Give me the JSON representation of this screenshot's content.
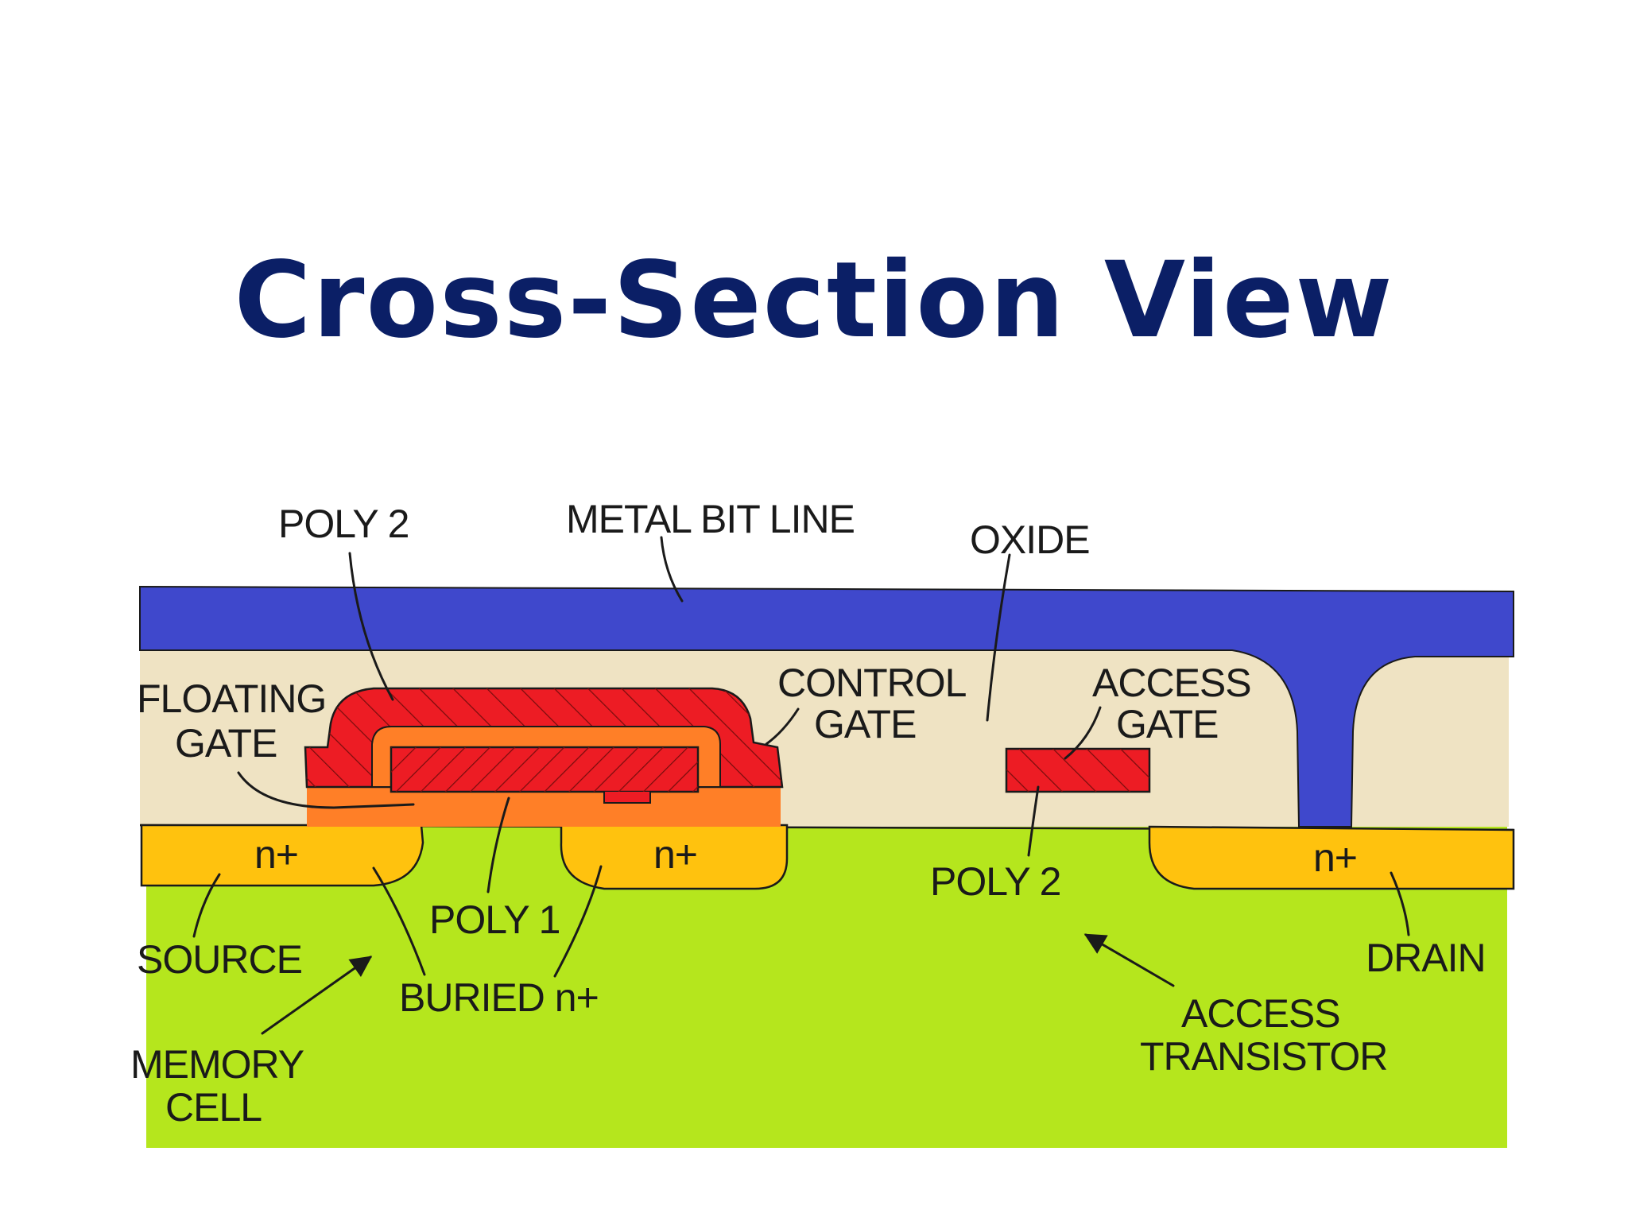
{
  "title": "Cross-Section View",
  "diagram": {
    "labels": {
      "poly2_top": "POLY 2",
      "metal_bit_line": "METAL BIT LINE",
      "oxide": "OXIDE",
      "floating_gate_1": "FLOATING",
      "floating_gate_2": "GATE",
      "control_gate_1": "CONTROL",
      "control_gate_2": "GATE",
      "access_gate_1": "ACCESS",
      "access_gate_2": "GATE",
      "n_plus_left": "n+",
      "n_plus_mid": "n+",
      "n_plus_right": "n+",
      "poly2_bottom": "POLY 2",
      "poly1": "POLY 1",
      "source": "SOURCE",
      "buried_n_plus": "BURIED n+",
      "drain": "DRAIN",
      "access_transistor_1": "ACCESS",
      "access_transistor_2": "TRANSISTOR",
      "memory_cell_1": "MEMORY",
      "memory_cell_2": "CELL"
    },
    "colors": {
      "metal": "#3f48cc",
      "oxide": "#efe3c3",
      "substrate": "#b5e61d",
      "n_plus": "#ffc20e",
      "poly2": "#ed1c24",
      "floating_gate_oxide": "#ff7f27"
    }
  }
}
